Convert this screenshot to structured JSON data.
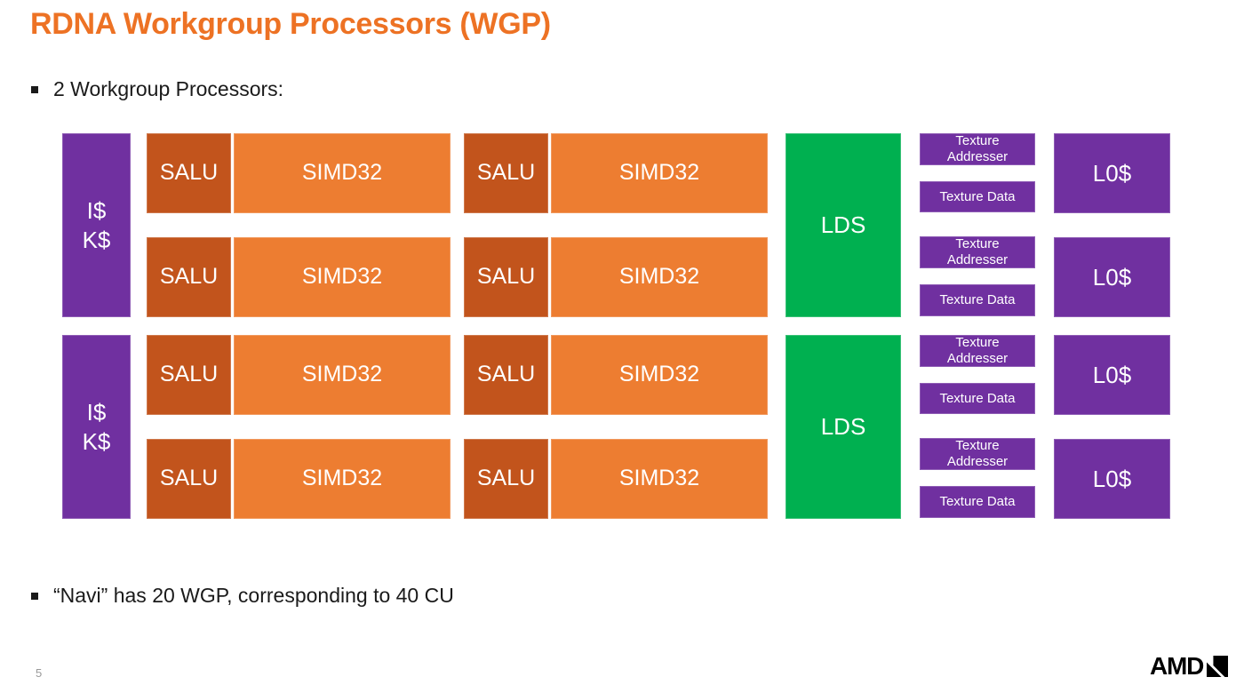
{
  "slide": {
    "title": "RDNA Workgroup Processors (WGP)",
    "bullets": {
      "first": "2 Workgroup Processors:",
      "second": "“Navi” has 20 WGP, corresponding to 40 CU"
    },
    "page_number": "5",
    "brand": "AMD"
  },
  "labels": {
    "icache": "I$\nK$",
    "salu": "SALU",
    "simd32": "SIMD32",
    "lds": "LDS",
    "l0cache": "L0$",
    "texture_addresser": "Texture\nAddresser",
    "texture_data": "Texture Data"
  },
  "colors": {
    "title_orange": "#ED7224",
    "simd_orange": "#ED7D31",
    "salu_dark_orange": "#C2541C",
    "cache_purple": "#7030A0",
    "lds_green": "#00B050",
    "block_text_white": "#FFFFFF",
    "body_text": "#1A1A1A",
    "page_number_gray": "#999999",
    "logo_black": "#000000"
  }
}
